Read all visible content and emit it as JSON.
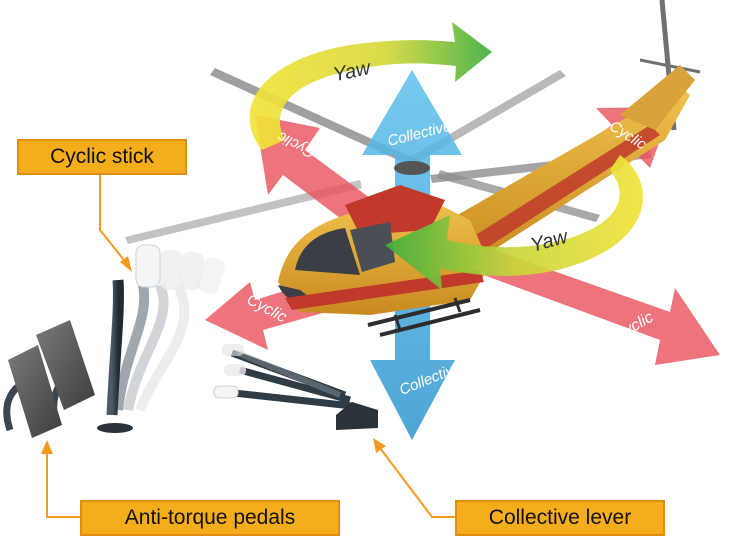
{
  "callouts": {
    "cyclic_stick": "Cyclic stick",
    "anti_torque_pedals": "Anti-torque pedals",
    "collective_lever": "Collective lever"
  },
  "arrows": {
    "yaw_top": "Yaw",
    "yaw_bottom": "Yaw",
    "collective_top": "Collective",
    "collective_bottom": "Collective",
    "cyclic_upper_left": "Cyclic",
    "cyclic_upper_right": "Cyclic",
    "cyclic_lower_left": "Cyclic",
    "cyclic_lower_right": "Cyclic"
  },
  "colors": {
    "callout_fill": "#f6ad1c",
    "callout_border": "#e08c10",
    "leader_line": "#f39a1e",
    "cyclic_arrow": "#e8505b",
    "collective_arrow": "#35a8dc",
    "yaw_arrow_start": "#f2e33a",
    "yaw_arrow_end": "#3fae3f",
    "helicopter_body": "#e2a93a",
    "helicopter_red": "#c0392b"
  }
}
